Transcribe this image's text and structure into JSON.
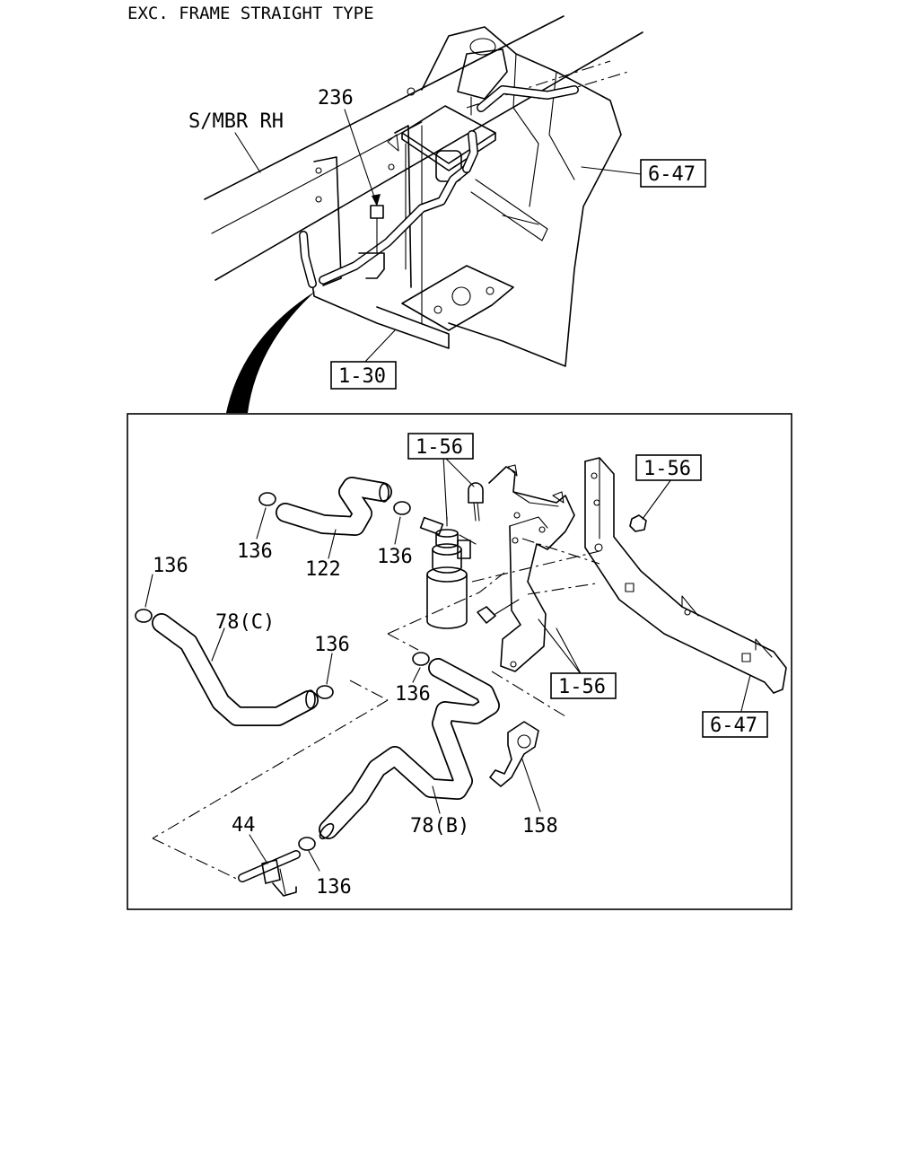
{
  "header": {
    "title": "EXC. FRAME STRAIGHT TYPE"
  },
  "overview": {
    "member_label": "S/MBR RH",
    "parts": {
      "p236": "236"
    },
    "refs": {
      "r647": "6-47",
      "r130": "1-30"
    }
  },
  "detail": {
    "refs": {
      "r156a": "1-56",
      "r156b": "1-56",
      "r156c": "1-56",
      "r647": "6-47"
    },
    "parts": {
      "p136a": "136",
      "p122": "122",
      "p136b": "136",
      "p136c": "136",
      "p78c": "78(C)",
      "p136d": "136",
      "p136e": "136",
      "p78b": "78(B)",
      "p158": "158",
      "p44": "44",
      "p136f": "136"
    }
  }
}
